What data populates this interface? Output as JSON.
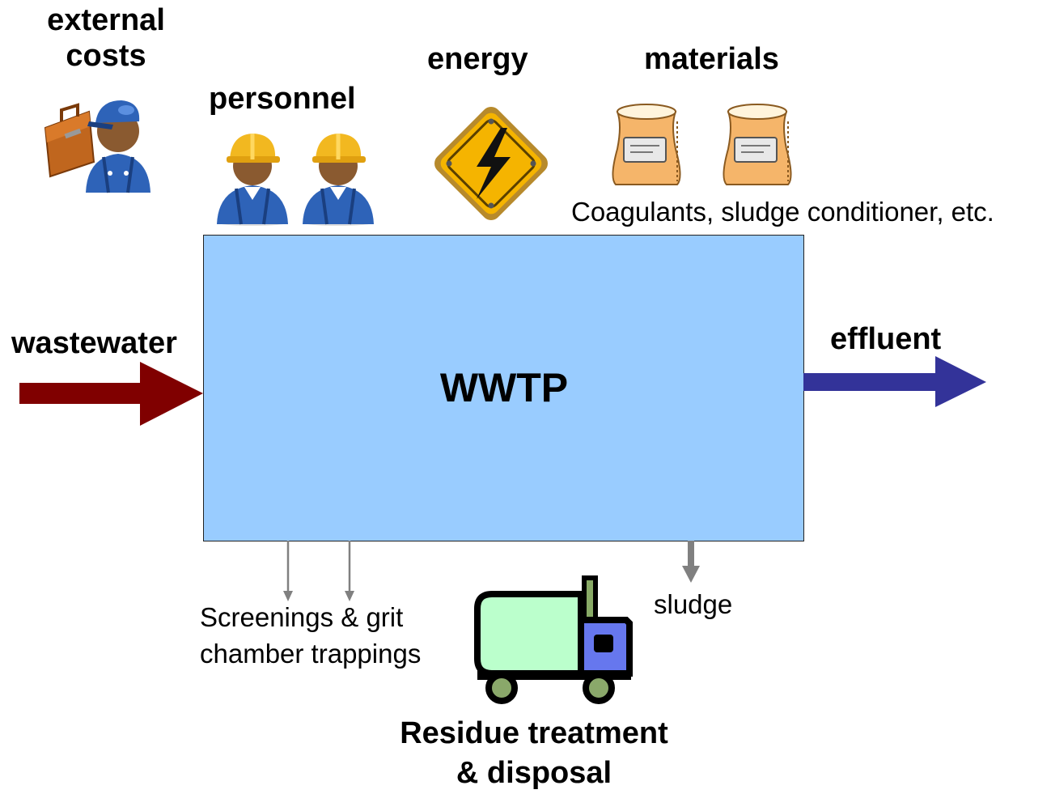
{
  "labels": {
    "external_costs_line1": "external",
    "external_costs_line2": "costs",
    "personnel": "personnel",
    "energy": "energy",
    "materials": "materials",
    "materials_note": "Coagulants, sludge conditioner, etc.",
    "wastewater": "wastewater",
    "effluent": "effluent",
    "plant": "WWTP",
    "screenings_line1": "Screenings & grit",
    "screenings_line2": "chamber trappings",
    "sludge": "sludge",
    "residue_line1": "Residue treatment",
    "residue_line2": "& disposal"
  },
  "icons": {
    "external": "worker-with-toolbox-icon",
    "personnel": "hard-hat-worker-icon",
    "energy": "high-voltage-sign-icon",
    "materials": "material-sack-icon",
    "residue": "truck-icon"
  },
  "colors": {
    "plant_fill": "#99CCFF",
    "wastewater_arrow": "#800000",
    "effluent_arrow": "#333399",
    "side_arrows": "#808080",
    "truck_cargo": "#BBFFCC",
    "truck_cab": "#6677EE",
    "truck_wheels": "#8AA86A"
  }
}
